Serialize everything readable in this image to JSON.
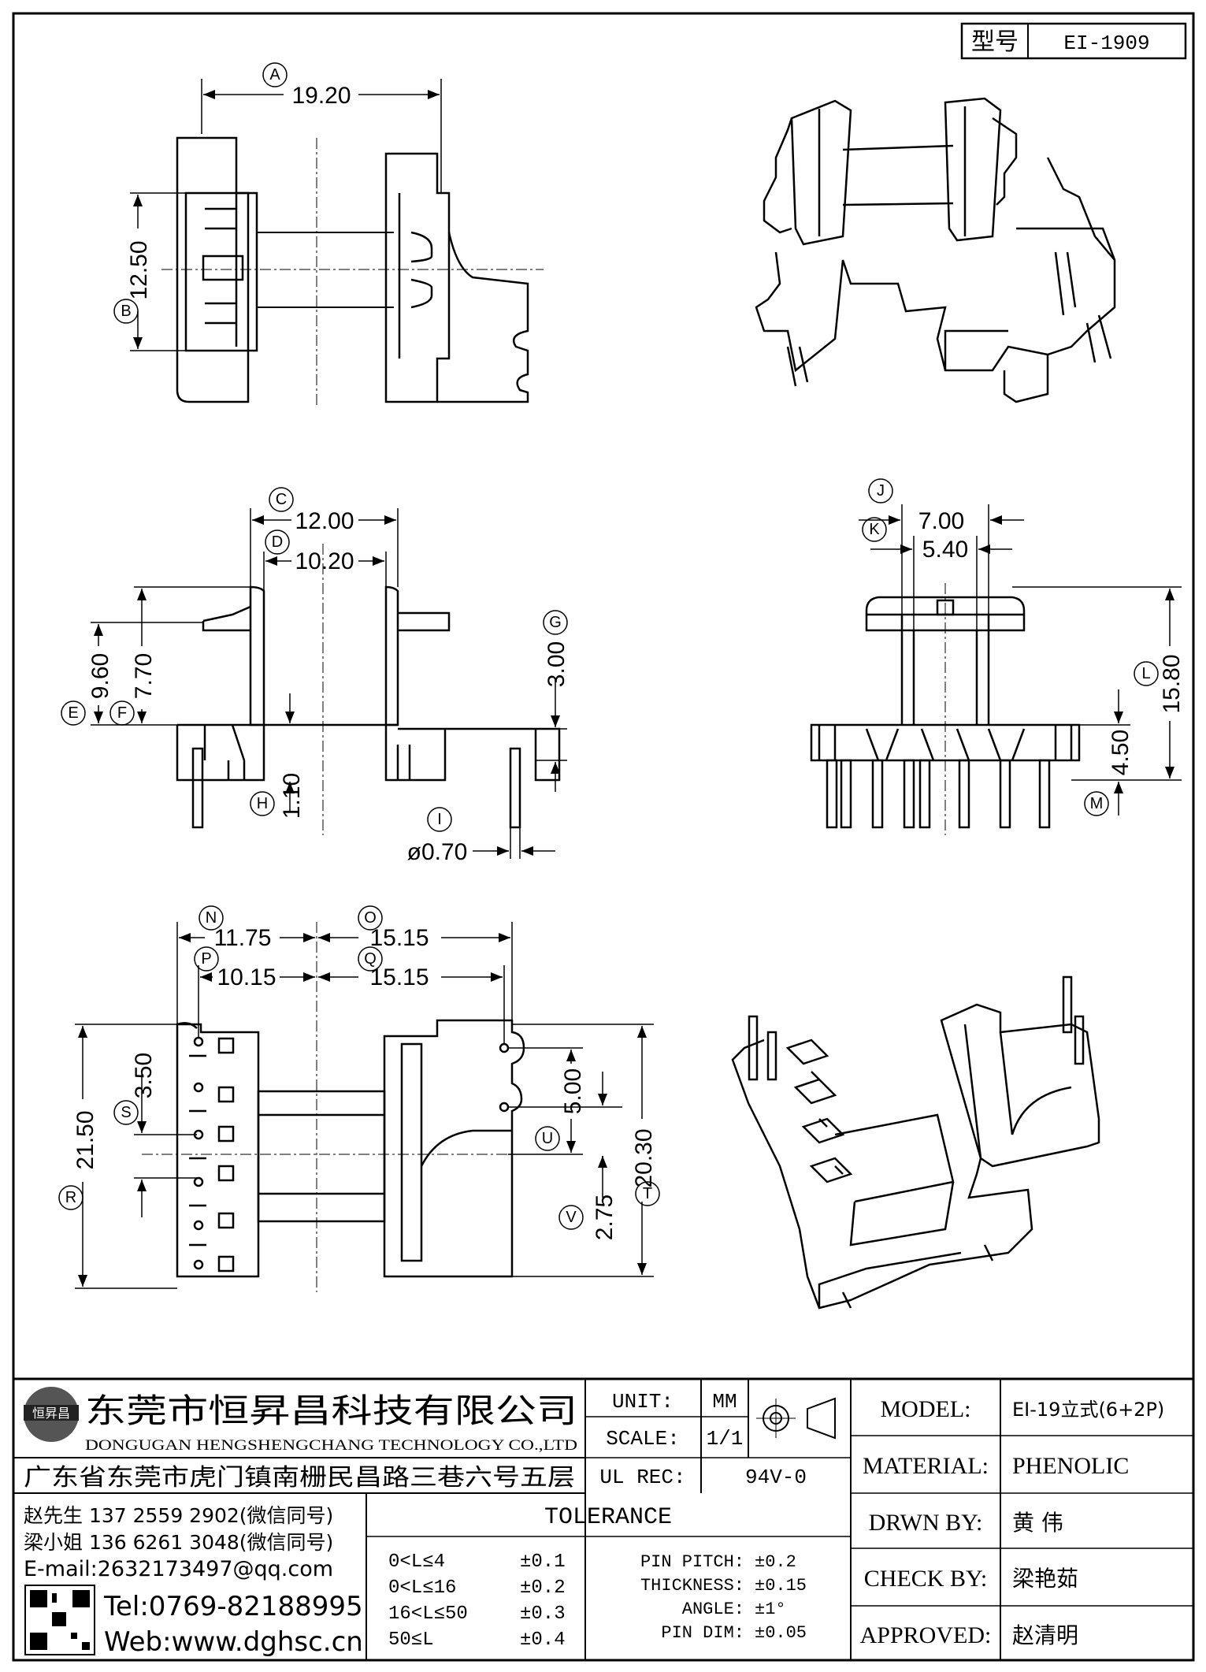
{
  "header": {
    "type_label": "型号",
    "type_value": "EI-1909"
  },
  "dimensions": {
    "A": "19.20",
    "B": "12.50",
    "C": "12.00",
    "D": "10.20",
    "E": "9.60",
    "F": "7.70",
    "G": "3.00",
    "H": "1.10",
    "I": "ø0.70",
    "J": "7.00",
    "K": "5.40",
    "L": "15.80",
    "M": "4.50",
    "N": "11.75",
    "O": "15.15",
    "P": "10.15",
    "Q": "15.15",
    "R": "21.50",
    "S": "3.50",
    "T": "20.30",
    "U": "5.00",
    "V": "2.75"
  },
  "labels": {
    "A": "A",
    "B": "B",
    "C": "C",
    "D": "D",
    "E": "E",
    "F": "F",
    "G": "G",
    "H": "H",
    "I": "I",
    "J": "J",
    "K": "K",
    "L": "L",
    "M": "M",
    "N": "N",
    "O": "O",
    "P": "P",
    "Q": "Q",
    "R": "R",
    "S": "S",
    "T": "T",
    "U": "U",
    "V": "V"
  },
  "company": {
    "name_cn": "东莞市恒昇昌科技有限公司",
    "name_en": "DONGUGAN HENGSHENGCHANG TECHNOLOGY CO.,LTD",
    "address": "广东省东莞市虎门镇南栅民昌路三巷六号五层",
    "contact1": "赵先生 137 2559 2902(微信同号)",
    "contact2": "梁小姐 136 6261 3048(微信同号)",
    "email": "E-mail:2632173497@qq.com",
    "tel": "Tel:0769-82188995",
    "web": "Web:www.dghsc.cn",
    "logo_text": "恒昇昌"
  },
  "spec": {
    "unit_label": "UNIT:",
    "unit_value": "MM",
    "scale_label": "SCALE:",
    "scale_value": "1/1",
    "ul_label": "UL REC:",
    "ul_value": "94V-0",
    "model_label": "MODEL:",
    "model_value": "EI-19立式(6+2P)",
    "material_label": "MATERIAL:",
    "material_value": "PHENOLIC",
    "drwn_label": "DRWN BY:",
    "drwn_value": "黄 伟",
    "check_label": "CHECK BY:",
    "check_value": "梁艳茹",
    "approved_label": "APPROVED:",
    "approved_value": "赵清明"
  },
  "tolerance": {
    "title": "TOLERANCE",
    "rows": [
      {
        "range": "0<L≤4",
        "value": "±0.1"
      },
      {
        "range": "0<L≤16",
        "value": "±0.2"
      },
      {
        "range": "16<L≤50",
        "value": "±0.3"
      },
      {
        "range": "50≤L",
        "value": "±0.4"
      }
    ],
    "extra": [
      {
        "label": "PIN PITCH:",
        "value": "±0.2"
      },
      {
        "label": "THICKNESS:",
        "value": "±0.15"
      },
      {
        "label": "ANGLE:",
        "value": "±1°"
      },
      {
        "label": "PIN DIM:",
        "value": "±0.05"
      }
    ]
  }
}
